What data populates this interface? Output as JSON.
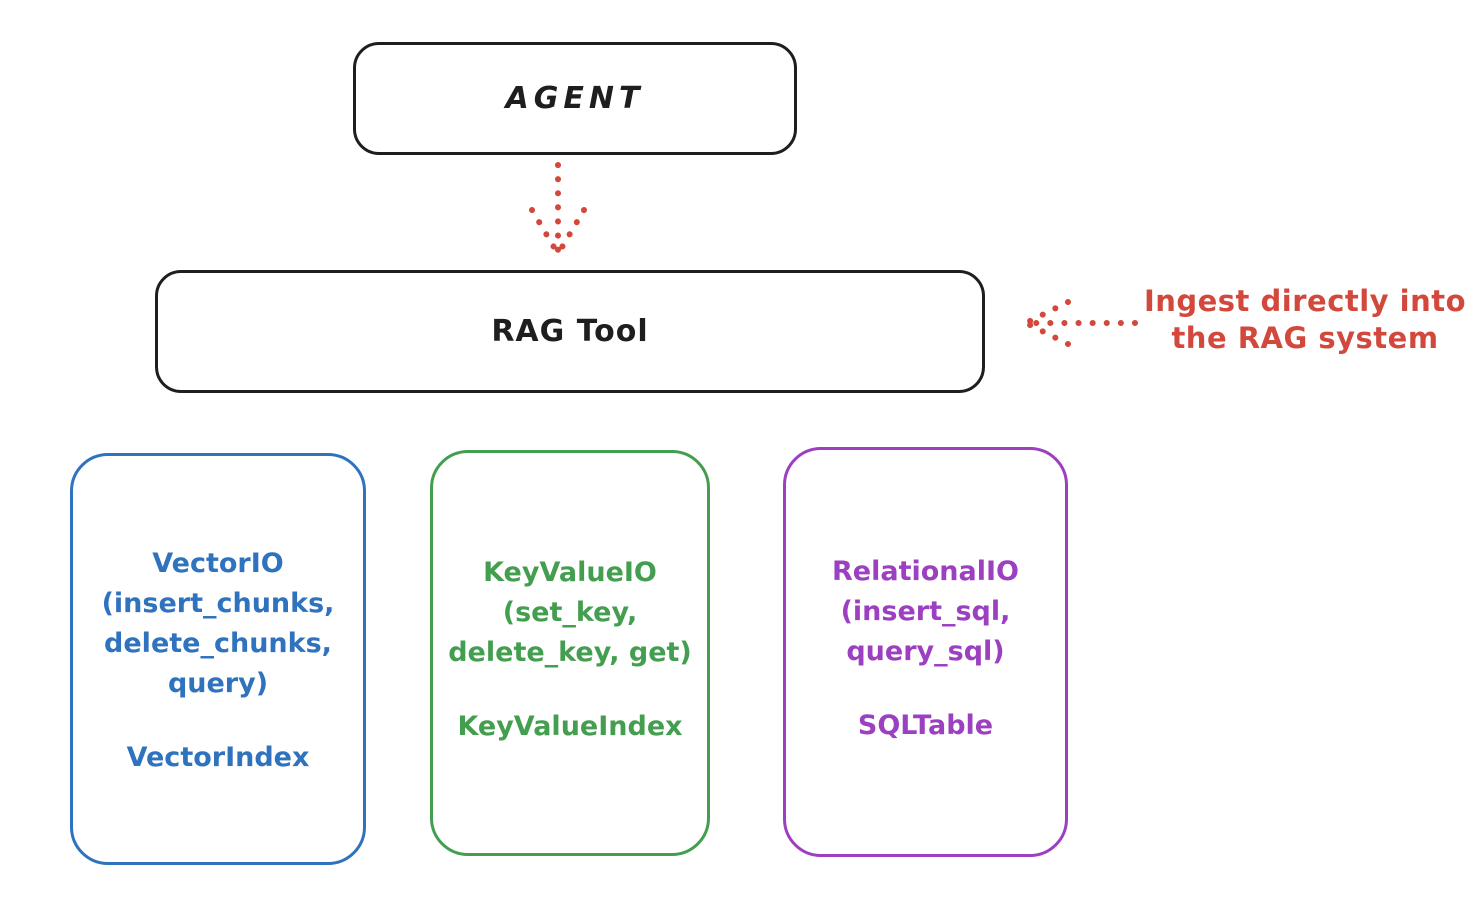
{
  "canvas": {
    "background_color": "#ffffff",
    "stroke_color_black": "#1e1e1e",
    "accent_red": "#d2483c",
    "accent_blue": "#2f72bd",
    "accent_green": "#439e4f",
    "accent_purple": "#9c3fc0"
  },
  "nodes": {
    "agent": {
      "label": "AGENT"
    },
    "rag_tool": {
      "label": "RAG Tool"
    },
    "vector": {
      "main_text": "VectorIO\n(insert_chunks,\ndelete_chunks,\nquery)",
      "index_label": "VectorIndex",
      "color": "#2f72bd"
    },
    "keyvalue": {
      "main_text": "KeyValueIO\n(set_key,\ndelete_key, get)",
      "index_label": "KeyValueIndex",
      "color": "#439e4f"
    },
    "relational": {
      "main_text": "RelationalIO\n(insert_sql,\nquery_sql)",
      "index_label": "SQLTable",
      "color": "#9c3fc0"
    }
  },
  "annotation": {
    "text": "Ingest directly into\nthe RAG system",
    "color": "#d2483c"
  },
  "arrows": {
    "agent_to_rag": {
      "style": "dotted",
      "direction": "down",
      "color": "#d2483c"
    },
    "annotation_to_rag": {
      "style": "dotted",
      "direction": "left",
      "color": "#d2483c"
    }
  }
}
